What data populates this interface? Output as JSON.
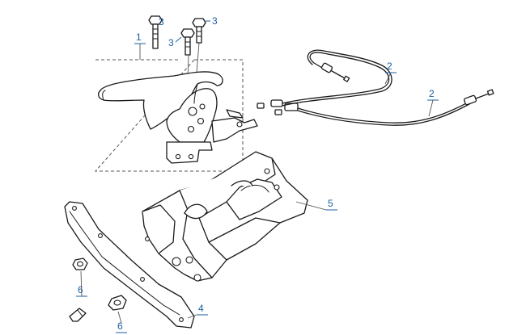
{
  "callouts": [
    {
      "id": "c1",
      "label": "1"
    },
    {
      "id": "c2a",
      "label": "2"
    },
    {
      "id": "c2b",
      "label": "2"
    },
    {
      "id": "c3a",
      "label": "3"
    },
    {
      "id": "c3b",
      "label": "3"
    },
    {
      "id": "c3c",
      "label": "3"
    },
    {
      "id": "c4",
      "label": "4"
    },
    {
      "id": "c5",
      "label": "5"
    },
    {
      "id": "c6a",
      "label": "6"
    },
    {
      "id": "c6b",
      "label": "6"
    }
  ],
  "colors": {
    "line": "#1a1a1a",
    "callout": "#1a5fa0",
    "background": "#ffffff"
  }
}
